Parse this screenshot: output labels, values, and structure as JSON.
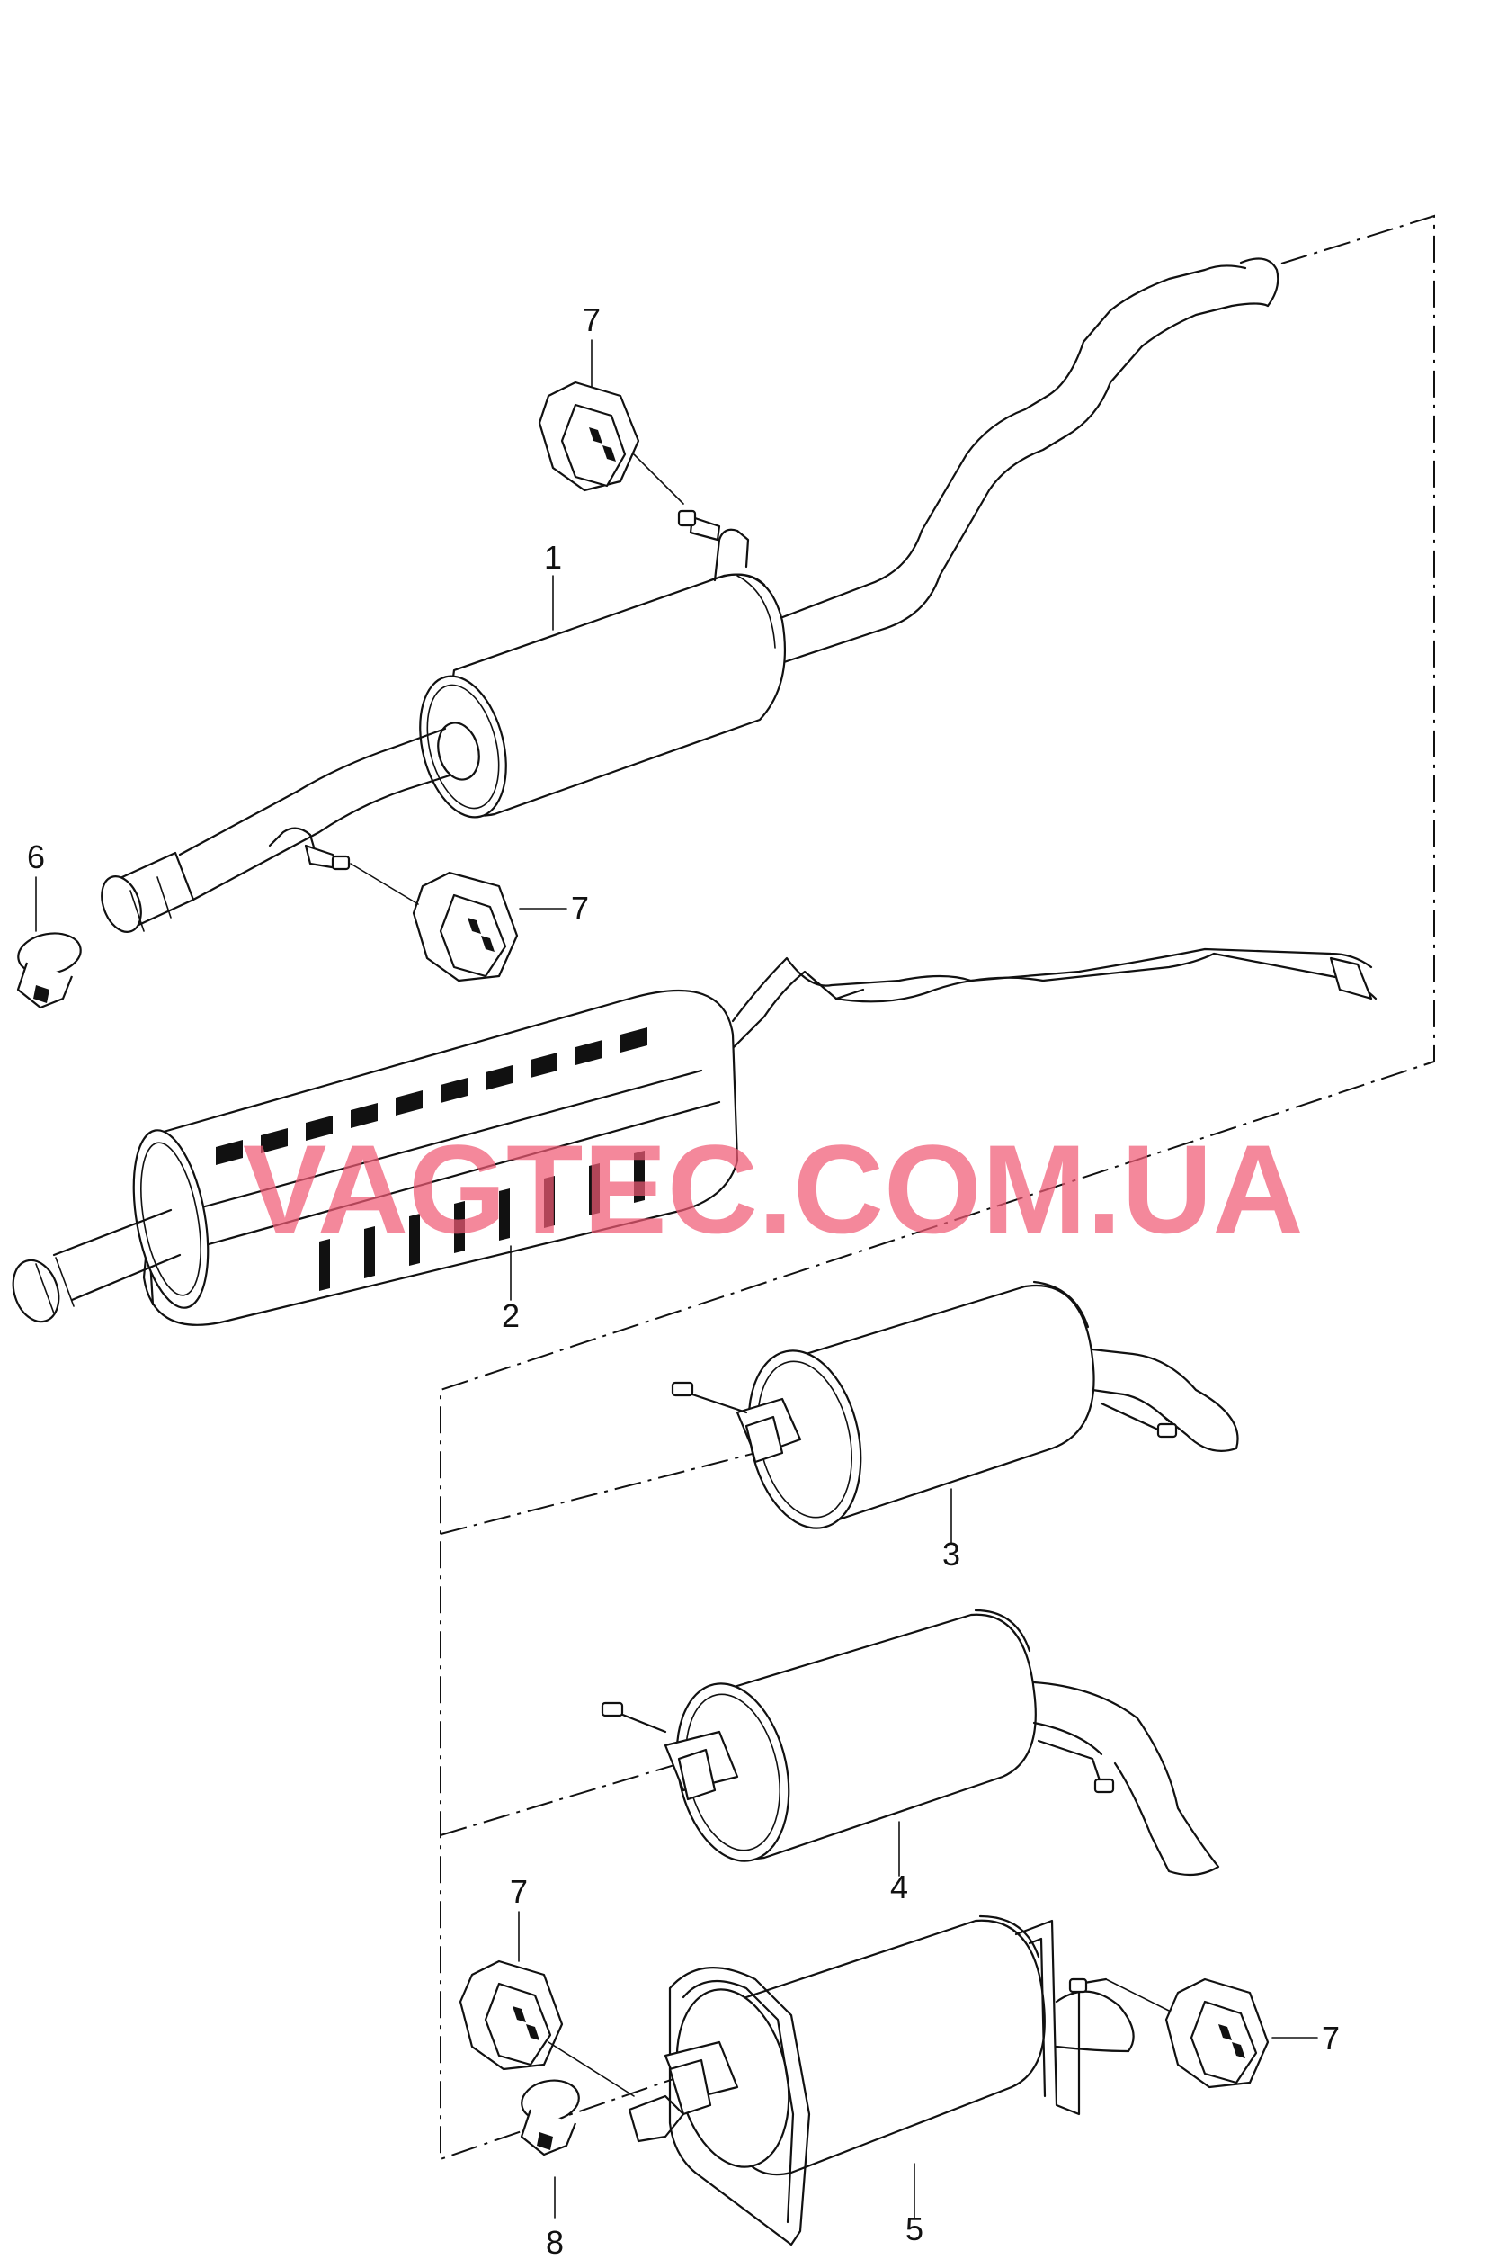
{
  "watermark": "VAGTEC.COM.UA",
  "callouts": {
    "c1": "1",
    "c2": "2",
    "c3": "3",
    "c4": "4",
    "c5": "5",
    "c6": "6",
    "c7a": "7",
    "c7b": "7",
    "c7c": "7",
    "c7d": "7",
    "c8": "8"
  },
  "colors": {
    "line": "#111111",
    "background": "#ffffff",
    "watermark": "#f05a74"
  }
}
